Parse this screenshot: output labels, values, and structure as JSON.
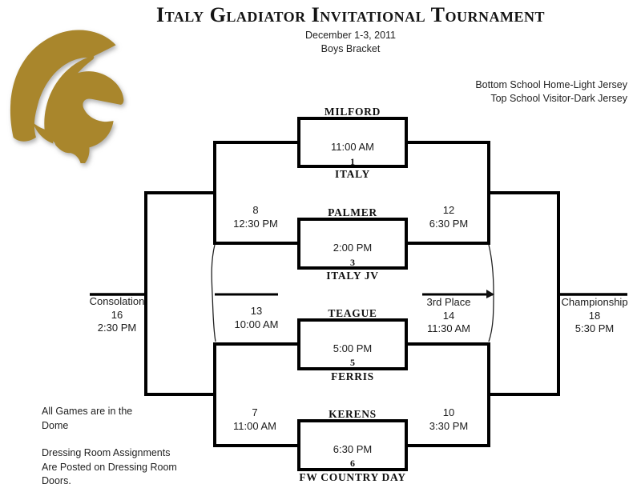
{
  "header": {
    "title": "Italy Gladiator Invitational Tournament",
    "date": "December 1-3, 2011",
    "division": "Boys Bracket"
  },
  "jersey_note": {
    "line1": "Bottom School Home-Light Jersey",
    "line2": "Top School Visitor-Dark Jersey"
  },
  "matches": {
    "game1": {
      "number": "1",
      "time": "11:00 AM",
      "top_team": "MILFORD",
      "bottom_team": "ITALY"
    },
    "game3": {
      "number": "3",
      "time": "2:00 PM",
      "top_team": "PALMER",
      "bottom_team": "ITALY JV"
    },
    "game5": {
      "number": "5",
      "time": "5:00 PM",
      "top_team": "TEAGUE",
      "bottom_team": "FERRIS"
    },
    "game6": {
      "number": "6",
      "time": "6:30 PM",
      "top_team": "KERENS",
      "bottom_team": "FW COUNTRY DAY"
    }
  },
  "feeders": {
    "game8": {
      "number": "8",
      "time": "12:30 PM"
    },
    "game12": {
      "number": "12",
      "time": "6:30 PM"
    },
    "game13": {
      "number": "13",
      "time": "10:00 AM"
    },
    "game7": {
      "number": "7",
      "time": "11:00 AM"
    },
    "game10": {
      "number": "10",
      "time": "3:30 PM"
    }
  },
  "finals": {
    "consolation": {
      "label": "Consolation",
      "number": "16",
      "time": "2:30 PM"
    },
    "third_place": {
      "label": "3rd Place",
      "number": "14",
      "time": "11:30 AM"
    },
    "championship": {
      "label": "Championship",
      "number": "18",
      "time": "5:30 PM"
    }
  },
  "notes": {
    "venue_line1": "All Games are in the",
    "venue_line2": "Dome",
    "dressing_line1": "Dressing Room Assignments",
    "dressing_line2": "Are Posted on Dressing Room",
    "dressing_line3": "Doors."
  },
  "logo": {
    "name": "gladiator-helmet",
    "color": "#A9862C"
  }
}
